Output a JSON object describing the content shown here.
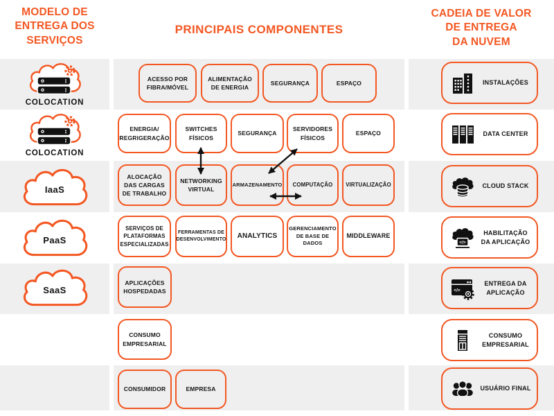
{
  "colors": {
    "accent": "#F35722",
    "row_bg": "#EFEFEF",
    "ink": "#111111"
  },
  "headers": {
    "left_lines": [
      "MODELO DE",
      "ENTREGA DOS",
      "SERVIÇOS"
    ],
    "middle": "PRINCIPAIS COMPONENTES",
    "right_lines": [
      "CADEIA DE VALOR",
      "DE ENTREGA",
      "DA NUVEM"
    ]
  },
  "service_models": [
    {
      "label": "COLOCATION",
      "icon": "cloud-servers-gear-icon"
    },
    {
      "label": "COLOCATION",
      "icon": "cloud-servers-gear-icon"
    },
    {
      "label": "IaaS",
      "icon": "cloud-outline-icon"
    },
    {
      "label": "PaaS",
      "icon": "cloud-outline-icon"
    },
    {
      "label": "SaaS",
      "icon": "cloud-outline-icon"
    }
  ],
  "components": {
    "rows": [
      [
        "ACESSO POR FIBRA/MÓVEL",
        "ALIMENTAÇÃO DE ENERGIA",
        "SEGURANÇA",
        "ESPAÇO"
      ],
      [
        "ENERGIA/ REGRIGERAÇÃO",
        "SWITCHES FÍSICOS",
        "SEGURANÇA",
        "SERVIDORES FÍSICOS",
        "ESPAÇO"
      ],
      [
        "ALOCAÇÃO DAS CARGAS DE TRABALHO",
        "NETWORKING VIRTUAL",
        "ARMAZENAMENTO",
        "COMPUTAÇÃO",
        "VIRTUALIZAÇÃO"
      ],
      [
        "SERVIÇOS DE PLATAFORMAS ESPECIALIZADAS",
        "FERRAMENTAS DE DESENVOLVIMENTO",
        "ANALYTICS",
        "GERENCIAMENTO DE BASE DE DADOS",
        "MIDDLEWARE"
      ],
      [
        "APLICAÇÕES HOSPEDADAS"
      ],
      [
        "CONSUMO EMPRESARIAL"
      ],
      [
        "CONSUMIDOR",
        "EMPRESA"
      ]
    ],
    "connections": [
      {
        "from": "SWITCHES FÍSICOS",
        "to": "NETWORKING VIRTUAL",
        "bidirectional": true
      },
      {
        "from": "SERVIDORES FÍSICOS",
        "to": "ARMAZENAMENTO",
        "bidirectional": true
      },
      {
        "from": "ARMAZENAMENTO",
        "to": "COMPUTAÇÃO",
        "bidirectional": true
      }
    ]
  },
  "value_chain": [
    {
      "label": "INSTALAÇÕES",
      "icon": "buildings-icon"
    },
    {
      "label": "DATA CENTER",
      "icon": "server-racks-icon"
    },
    {
      "label": "CLOUD STACK",
      "icon": "cloud-database-icon"
    },
    {
      "label": "HABILITAÇÃO DA APLICAÇÃO",
      "icon": "cloud-code-laptop-icon"
    },
    {
      "label": "ENTREGA DA APLICAÇÃO",
      "icon": "browser-code-gear-icon"
    },
    {
      "label": "CONSUMO EMPRESARIAL",
      "icon": "storefront-icon"
    },
    {
      "label": "USUÁRIO FINAL",
      "icon": "users-group-icon"
    }
  ],
  "icons": {
    "code_glyph": "</>"
  }
}
